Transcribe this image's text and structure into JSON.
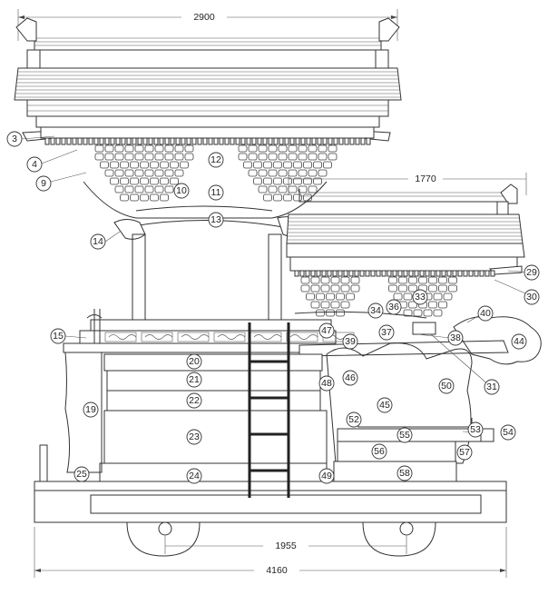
{
  "dimensions": {
    "top_width": "2900",
    "right_roof_width": "1770",
    "wheelbase": "1955",
    "overall_length": "4160"
  },
  "callouts": [
    "3",
    "4",
    "9",
    "10",
    "11",
    "12",
    "13",
    "14",
    "15",
    "20",
    "21",
    "22",
    "23",
    "24",
    "25",
    "19",
    "29",
    "30",
    "31",
    "33",
    "34",
    "36",
    "37",
    "38",
    "39",
    "40",
    "44",
    "45",
    "46",
    "47",
    "48",
    "49",
    "50",
    "52",
    "53",
    "54",
    "55",
    "56",
    "57",
    "58"
  ]
}
